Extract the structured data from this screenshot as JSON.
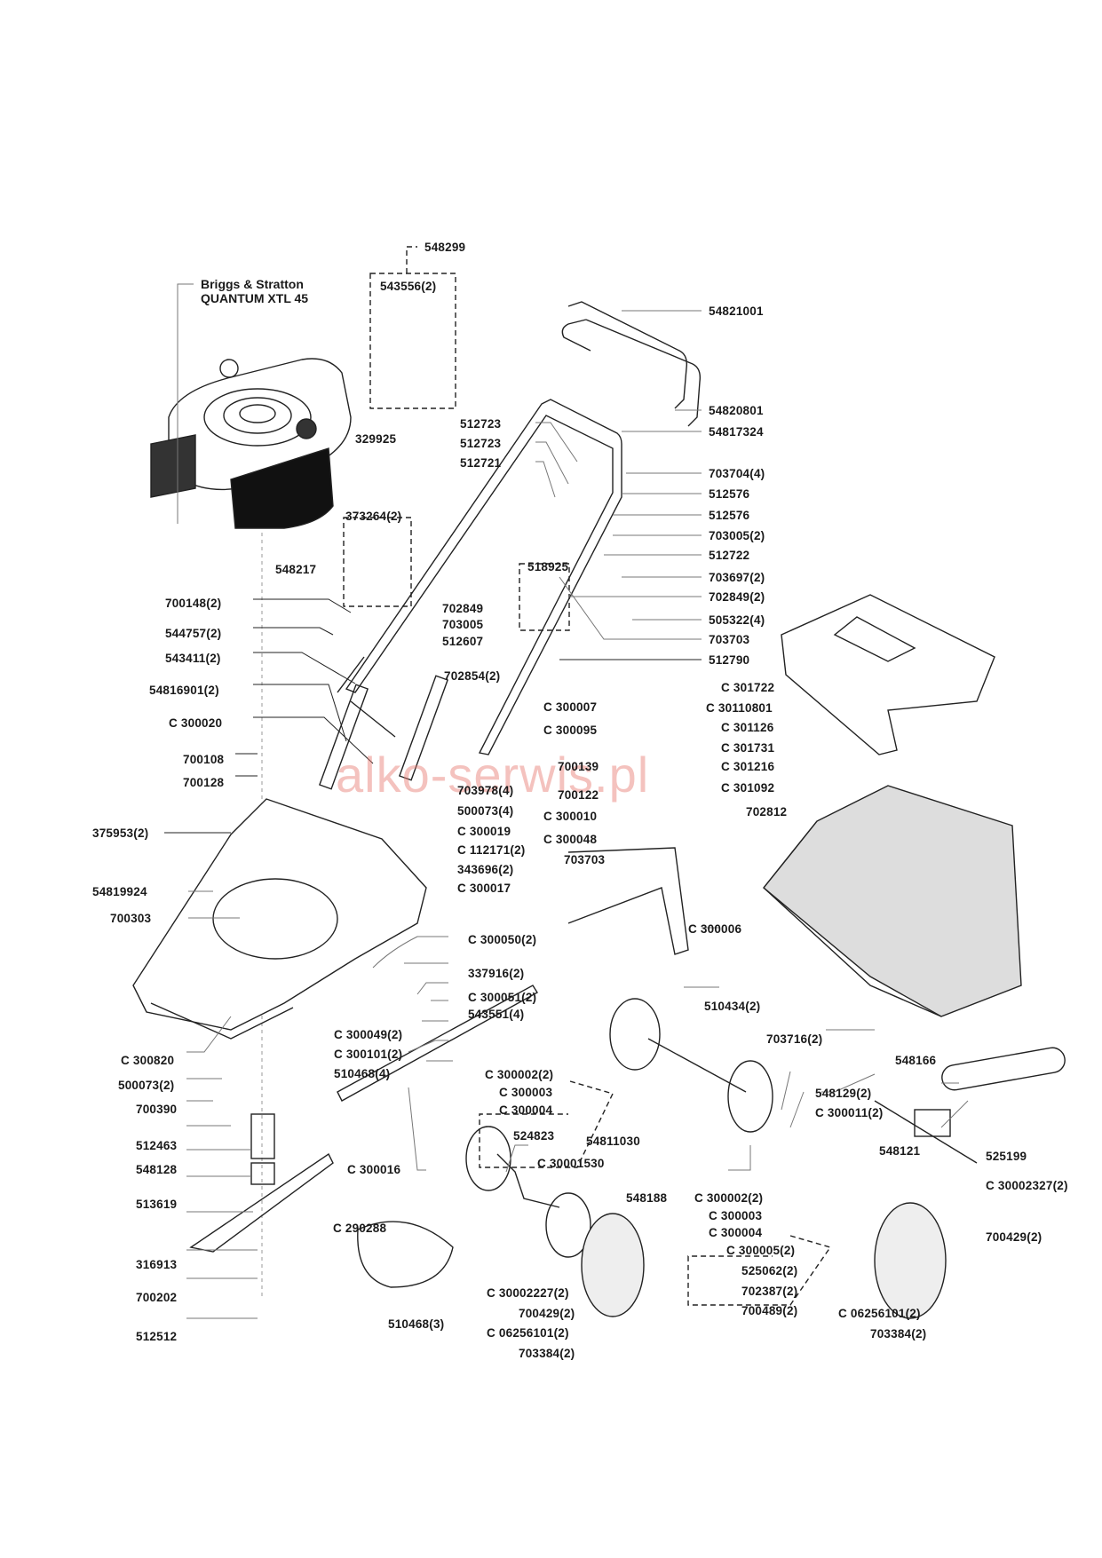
{
  "diagram": {
    "title_line1": "Briggs & Stratton",
    "title_line2": "QUANTUM XTL  45",
    "watermark": "alko-serwis.pl",
    "groups": [
      {
        "id": "548299",
        "contents": [
          "543556(2)"
        ]
      },
      {
        "id": "548217",
        "contents": [
          "373264(2)"
        ]
      },
      {
        "id": "512607",
        "contents": [
          "518925"
        ]
      },
      {
        "id": "524823",
        "contents": [
          "C 300002(2)",
          "C 300003",
          "C 300004"
        ]
      },
      {
        "id": "548188",
        "contents": [
          "C 300002(2)",
          "C 300003",
          "C 300004"
        ]
      }
    ],
    "labels": {
      "l548299": "548299",
      "l543556": "543556(2)",
      "l54821001": "54821001",
      "l54820801": "54820801",
      "l54817324": "54817324",
      "l329925": "329925",
      "l512723a": "512723",
      "l512723b": "512723",
      "l512721": "512721",
      "l703704": "703704(4)",
      "l512576a": "512576",
      "l512576b": "512576",
      "l703005_2": "703005(2)",
      "l512722": "512722",
      "l703697": "703697(2)",
      "l702849_2": "702849(2)",
      "l505322": "505322(4)",
      "l703703a": "703703",
      "l512790": "512790",
      "l373264": "373264(2)",
      "l548217": "548217",
      "l518925": "518925",
      "l702849": "702849",
      "l703005": "703005",
      "l512607": "512607",
      "l700148": "700148(2)",
      "l544757": "544757(2)",
      "l543411": "543411(2)",
      "l54816901": "54816901(2)",
      "l702854": "702854(2)",
      "lC300020": "C 300020",
      "l700108": "700108",
      "l700128": "700128",
      "l703978": "703978(4)",
      "l500073_4": "500073(4)",
      "lC300019": "C 300019",
      "lC112171": "C 112171(2)",
      "l343696": "343696(2)",
      "lC300017": "C 300017",
      "l375953": "375953(2)",
      "l54819924": "54819924",
      "l700303": "700303",
      "lC300007": "C 300007",
      "lC300095": "C 300095",
      "l700139": "700139",
      "l700122": "700122",
      "lC300010": "C 300010",
      "lC300048": "C 300048",
      "l702812": "702812",
      "l703703b": "703703",
      "lC300006": "C 300006",
      "lC301722": "C 301722",
      "lC30110801": "C 30110801",
      "lC301126": "C 301126",
      "lC301731": "C 301731",
      "lC301216": "C 301216",
      "lC301092": "C 301092",
      "lC300050": "C 300050(2)",
      "l337916": "337916(2)",
      "lC300051": "C 300051(2)",
      "l543551": "543551(4)",
      "l510434": "510434(2)",
      "lC300820": "C 300820",
      "lC300049": "C 300049(2)",
      "lC300101": "C 300101(2)",
      "l510468_4": "510468(4)",
      "l500073_2": "500073(2)",
      "l700390": "700390",
      "l512463": "512463",
      "l548128": "548128",
      "l513619": "513619",
      "l316913": "316913",
      "l700202": "700202",
      "l512512": "512512",
      "lC300016": "C 300016",
      "lC290288": "C 290288",
      "l510468_3": "510468(3)",
      "lC300002a": "C 300002(2)",
      "lC300003a": "C 300003",
      "lC300004a": "C 300004",
      "l524823": "524823",
      "l54811030": "54811030",
      "lC30001530": "C 30001530",
      "l548188": "548188",
      "lC300002b": "C 300002(2)",
      "lC300003b": "C 300003",
      "lC300004b": "C 300004",
      "lC300005": "C 300005(2)",
      "l525062": "525062(2)",
      "l702387": "702387(2)",
      "l700489": "700489(2)",
      "lC30002227": "C 30002227(2)",
      "l700429a": "700429(2)",
      "lC06256101a": "C 06256101(2)",
      "l703384a": "703384(2)",
      "l548129": "548129(2)",
      "lC300011": "C 300011(2)",
      "l703716": "703716(2)",
      "l548166": "548166",
      "l548121": "548121",
      "l525199": "525199",
      "lC30002327": "C 30002327(2)",
      "l700429b": "700429(2)",
      "lC06256101b": "C 06256101(2)",
      "l703384b": "703384(2)"
    }
  }
}
